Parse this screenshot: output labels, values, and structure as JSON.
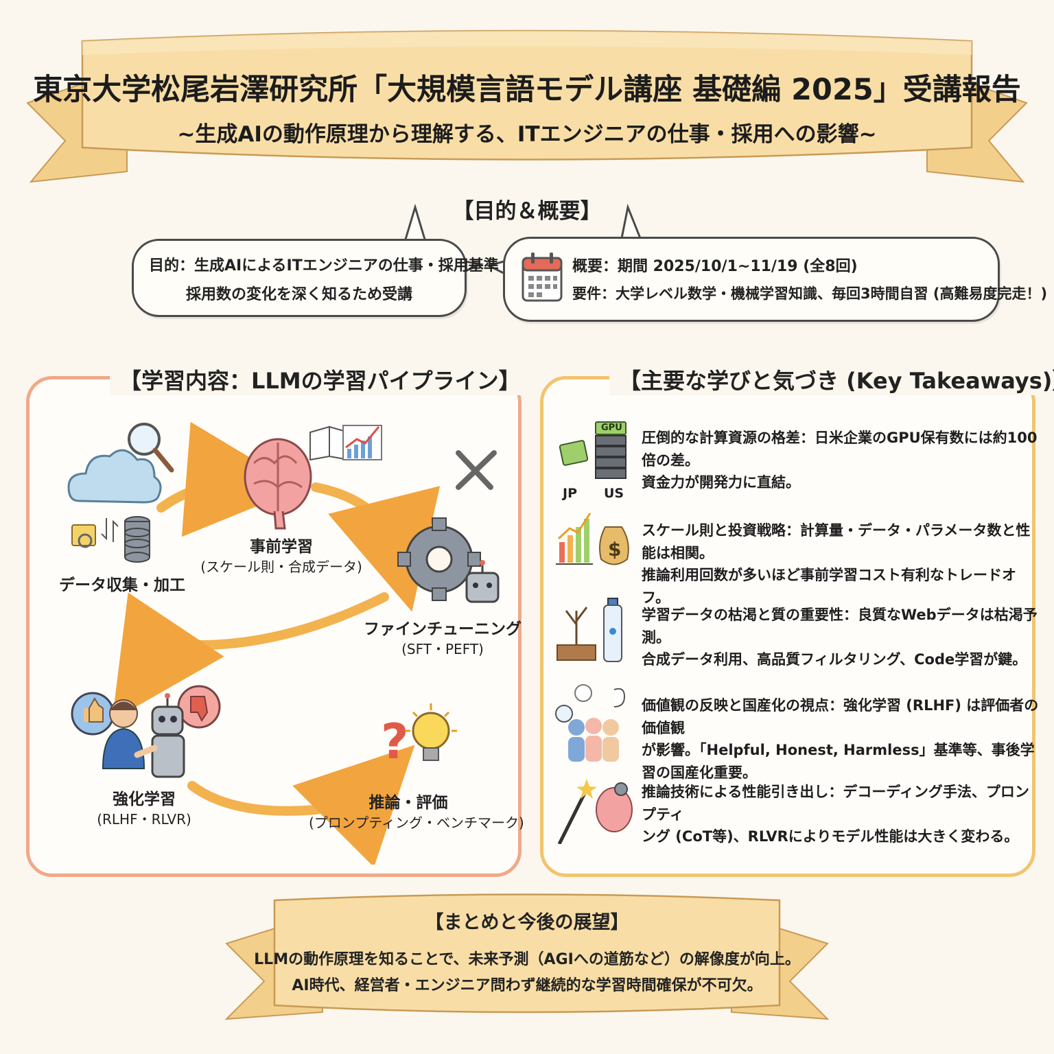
{
  "header": {
    "title": "東京大学松尾岩澤研究所「大規模言語モデル講座 基礎編 2025」受講報告",
    "subtitle": "~生成AIの動作原理から理解する、ITエンジニアの仕事・採用への影響~"
  },
  "purpose": {
    "heading": "【目的＆概要】",
    "purpose_line1": "目的：生成AIによるITエンジニアの仕事・採用基準・",
    "purpose_line2": "採用数の変化を深く知るため受講",
    "overview_line1": "概要：期間 2025/10/1~11/19 (全8回)",
    "overview_line2": "要件：大学レベル数学・機械学習知識、毎回3時間自習 (高難易度完走！)"
  },
  "pipeline": {
    "heading": "【学習内容：LLMの学習パイプライン】",
    "stages": [
      {
        "label": "データ収集・加工",
        "sub": ""
      },
      {
        "label": "事前学習",
        "sub": "(スケール則・合成データ)"
      },
      {
        "label": "ファインチューニング",
        "sub": "(SFT・PEFT)"
      },
      {
        "label": "強化学習",
        "sub": "(RLHF・RLVR)"
      },
      {
        "label": "推論・評価",
        "sub": "(プロンプティング・ベンチマーク)"
      }
    ]
  },
  "takeaways": {
    "heading": "【主要な学びと気づき (Key Takeaways)】",
    "jp_label": "JP",
    "us_label": "US",
    "gpu_label": "GPU",
    "items": [
      {
        "line1": "圧倒的な計算資源の格差：日米企業のGPU保有数には約100倍の差。",
        "line2": "資金力が開発力に直結。"
      },
      {
        "line1": "スケール則と投資戦略：計算量・データ・パラメータ数と性能は相関。",
        "line2": "推論利用回数が多いほど事前学習コスト有利なトレードオフ。"
      },
      {
        "line1": "学習データの枯渇と質の重要性：良質なWebデータは枯渇予測。",
        "line2": "合成データ利用、高品質フィルタリング、Code学習が鍵。"
      },
      {
        "line1": "価値観の反映と国産化の視点：強化学習 (RLHF) は評価者の価値観",
        "line2": "が影響。「Helpful, Honest, Harmless」基準等、事後学習の国産化重要。"
      },
      {
        "line1": "推論技術による性能引き出し：デコーディング手法、プロンプティ",
        "line2": "ング (CoT等)、RLVRによりモデル性能は大きく変わる。"
      }
    ]
  },
  "summary": {
    "heading": "【まとめと今後の展望】",
    "line1": "LLMの動作原理を知ることで、未来予測（AGIへの道筋など）の解像度が向上。",
    "line2": "AI時代、経営者・エンジニア問わず継続的な学習時間確保が不可欠。"
  },
  "colors": {
    "ribbon": "#f7dca0",
    "ribbon_edge": "#d9a95a",
    "pipeline_border": "#f0a98a",
    "takeaway_border": "#f1c56e",
    "arrow": "#f2b24e"
  }
}
